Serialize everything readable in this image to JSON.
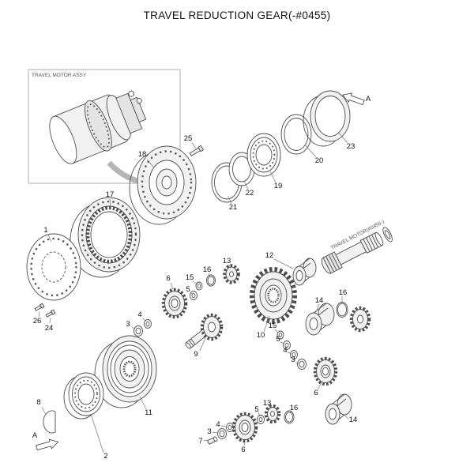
{
  "title": "TRAVEL REDUCTION GEAR(-#0455)",
  "inset": {
    "label": "TRAVEL MOTOR ASSY"
  },
  "shaft_label": "TRAVEL MOTOR(#0456-)",
  "markers": {
    "a_top": "A",
    "a_bottom": "A"
  },
  "colors": {
    "line": "#4d4d4d",
    "fill_light": "#f1f1f1",
    "leader": "#777777"
  },
  "callouts": [
    "25",
    "18",
    "21",
    "22",
    "19",
    "20",
    "23",
    "17",
    "1",
    "26",
    "24",
    "8",
    "2",
    "11",
    "9",
    "10",
    "12",
    "3",
    "4",
    "6",
    "5",
    "15",
    "16",
    "13",
    "15",
    "5",
    "4",
    "3",
    "14",
    "16",
    "6",
    "7",
    "3",
    "4",
    "6",
    "5",
    "13",
    "16",
    "14"
  ]
}
